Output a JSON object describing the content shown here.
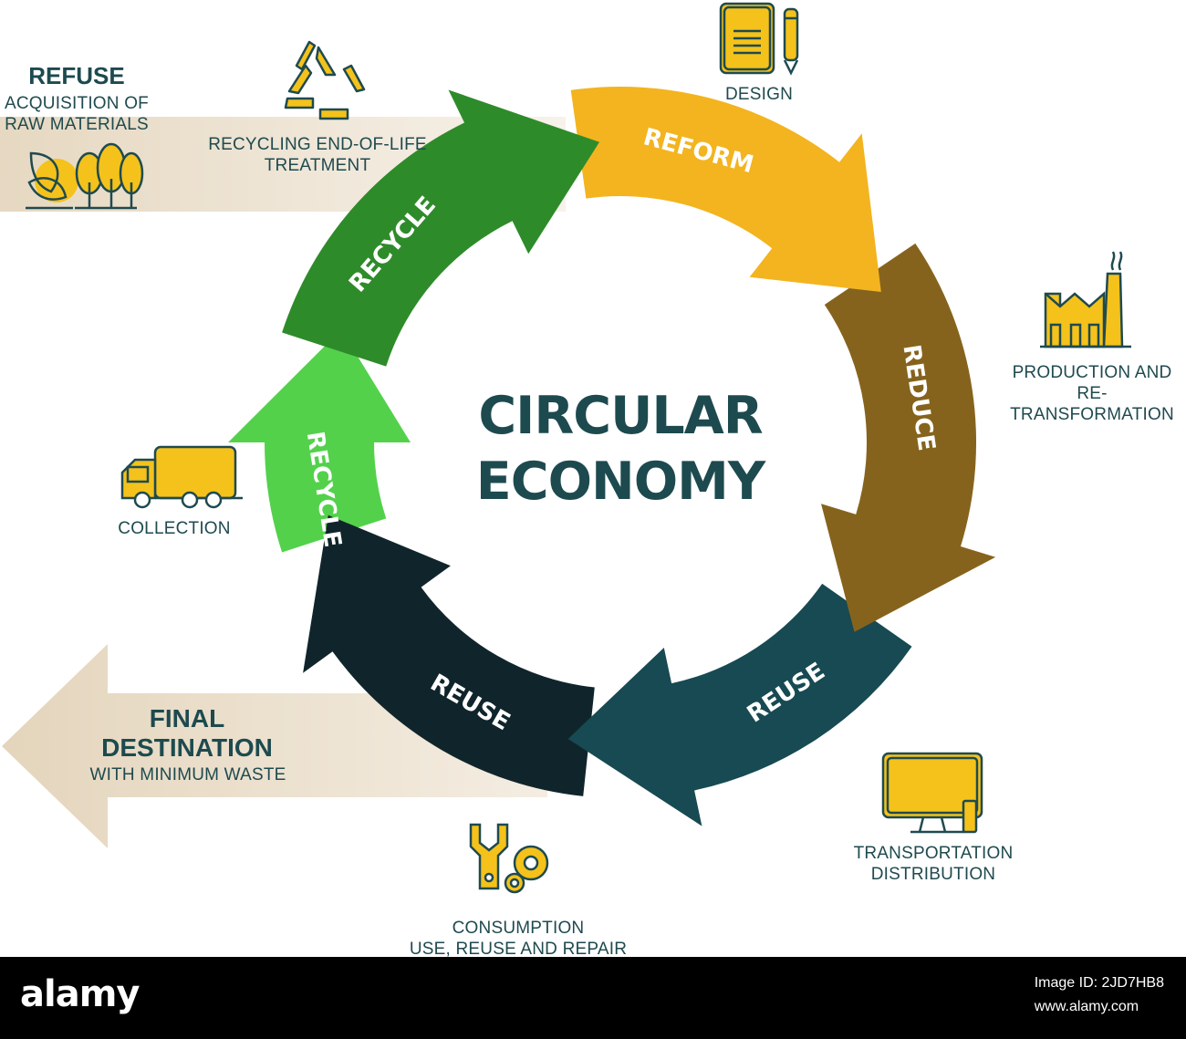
{
  "title_line1": "CIRCULAR",
  "title_line2": "ECONOMY",
  "arrows": {
    "recycle_top": "RECYCLE",
    "reform": "REFORM",
    "reduce": "REDUCE",
    "reuse_right": "REUSE",
    "reuse_bottom": "REUSE",
    "recycle_left": "RECYCLE"
  },
  "refuse": {
    "title": "REFUSE",
    "line1": "ACQUISITION OF",
    "line2": "RAW MATERIALS"
  },
  "recycling_end": {
    "line1": "RECYCLING END-OF-LIFE",
    "line2": "TREATMENT"
  },
  "design": "DESIGN",
  "production": {
    "line1": "PRODUCTION AND",
    "line2": "RE-TRANSFORMATION"
  },
  "collection": "COLLECTION",
  "final": {
    "line1": "FINAL",
    "line2": "DESTINATION",
    "line3": "WITH MINIMUM WASTE"
  },
  "transport": {
    "line1": "TRANSPORTATION",
    "line2": "DISTRIBUTION"
  },
  "consumption": {
    "line1": "CONSUMPTION",
    "line2": "USE, REUSE AND REPAIR"
  },
  "footer": {
    "brand": "alamy",
    "image_id": "Image ID: 2JD7HB8",
    "site": "www.alamy.com"
  },
  "colors": {
    "recycle_top": "#2e8b2a",
    "reform": "#f3b41f",
    "reduce": "#86631d",
    "reuse_right": "#174a52",
    "reuse_bottom": "#10252b",
    "recycle_left": "#53d14b",
    "beige": "#eadfcc",
    "icon_yellow": "#f4c21b"
  },
  "icons": [
    "recycle-icon",
    "leaf-icon",
    "trees-icon",
    "document-icon",
    "pencil-icon",
    "factory-icon",
    "truck-icon",
    "monitor-icon",
    "wrench-gear-icon"
  ]
}
